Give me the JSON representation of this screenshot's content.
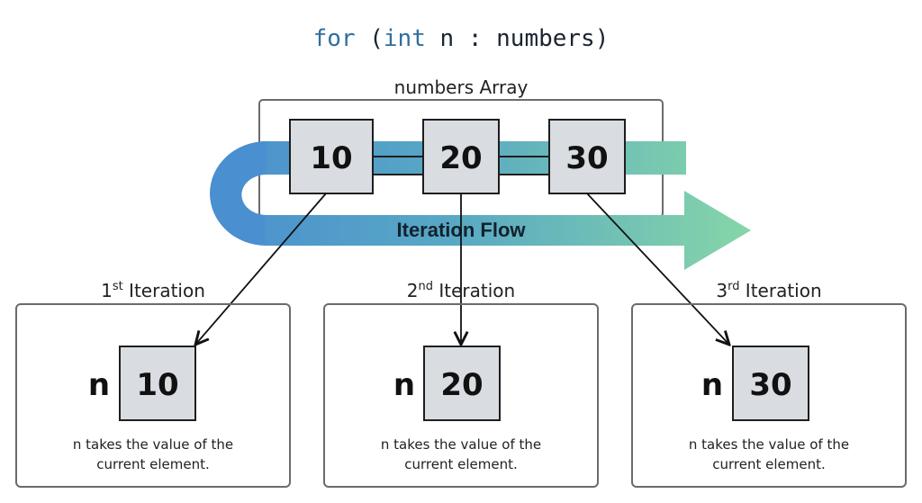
{
  "code": {
    "keyword_for": "for",
    "paren_open": " (",
    "keyword_int": "int",
    "rest": " n : numbers)"
  },
  "array": {
    "label": "numbers Array",
    "elements": [
      "10",
      "20",
      "30"
    ]
  },
  "flow": {
    "label": "Iteration Flow"
  },
  "iterations": [
    {
      "num": "1",
      "suffix": "st",
      "word": " Iteration",
      "var": "n",
      "value": "10",
      "caption_line1": "n takes the value of the",
      "caption_line2": "current element."
    },
    {
      "num": "2",
      "suffix": "nd",
      "word": " Iteration",
      "var": "n",
      "value": "20",
      "caption_line1": "n takes the value of the",
      "caption_line2": "current element."
    },
    {
      "num": "3",
      "suffix": "rd",
      "word": " Iteration",
      "var": "n",
      "value": "30",
      "caption_line1": "n takes the value of the",
      "caption_line2": "current element."
    }
  ],
  "colors": {
    "flow_start": "#4a8fcf",
    "flow_end": "#7fd1a4",
    "keyword": "#2f6f9e",
    "box_fill": "#d9dde2"
  }
}
